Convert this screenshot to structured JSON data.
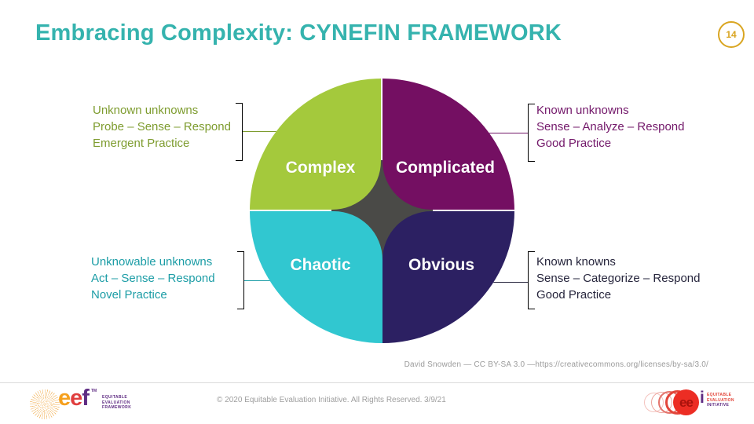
{
  "slide": {
    "title": "Embracing Complexity: CYNEFIN FRAMEWORK",
    "page_number": "14",
    "title_color": "#35B3AE",
    "page_badge_color": "#D9A521"
  },
  "diagram": {
    "center_color": "#4A4A47",
    "quadrants": [
      {
        "label": "Complex",
        "color": "#A4C93C"
      },
      {
        "label": "Complicated",
        "color": "#740F62"
      },
      {
        "label": "Chaotic",
        "color": "#31C7D0"
      },
      {
        "label": "Obvious",
        "color": "#2C2062"
      }
    ]
  },
  "annotations": [
    {
      "quadrant": "Complex",
      "color": "#7E9C2F",
      "lines": [
        "Unknown unknowns",
        "Probe – Sense – Respond",
        "Emergent Practice"
      ]
    },
    {
      "quadrant": "Complicated",
      "color": "#73186A",
      "lines": [
        "Known unknowns",
        "Sense – Analyze – Respond",
        "Good Practice"
      ]
    },
    {
      "quadrant": "Chaotic",
      "color": "#1C9DA6",
      "lines": [
        "Unknowable unknowns",
        "Act – Sense – Respond",
        "Novel Practice"
      ]
    },
    {
      "quadrant": "Obvious",
      "color": "#26253C",
      "lines": [
        "Known knowns",
        "Sense – Categorize – Respond",
        "Good Practice"
      ]
    }
  ],
  "attribution": "David Snowden — CC BY-SA 3.0 —https://creativecommons.org/licenses/by-sa/3.0/",
  "footer": {
    "copyright": "© 2020 Equitable Evaluation Initiative. All Rights Reserved.",
    "date": "3/9/21",
    "eef_logo": {
      "letters": [
        "e",
        "e",
        "f"
      ],
      "tm": "TM",
      "tagline": [
        "EQUITABLE",
        "EVALUATION",
        "FRAMEWORK"
      ]
    },
    "eei_logo": {
      "letters_ee": "ee",
      "letter_i": "i",
      "tagline": [
        "EQUITABLE",
        "EVALUATION",
        "INITIATIVE"
      ]
    }
  }
}
